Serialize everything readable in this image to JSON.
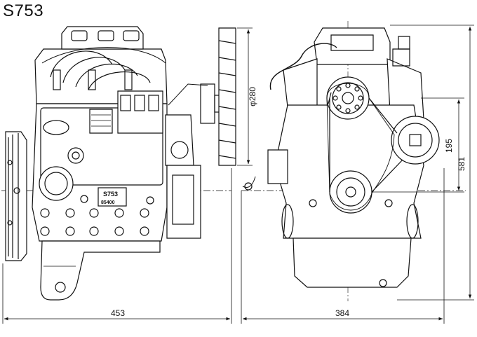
{
  "title": "S753",
  "plate": {
    "line1": "S753",
    "line2": "85400"
  },
  "dimensions": {
    "fan_diameter": "φ280",
    "left_width": "453",
    "right_width": "384",
    "pulley_height": "195",
    "total_height": "581"
  }
}
